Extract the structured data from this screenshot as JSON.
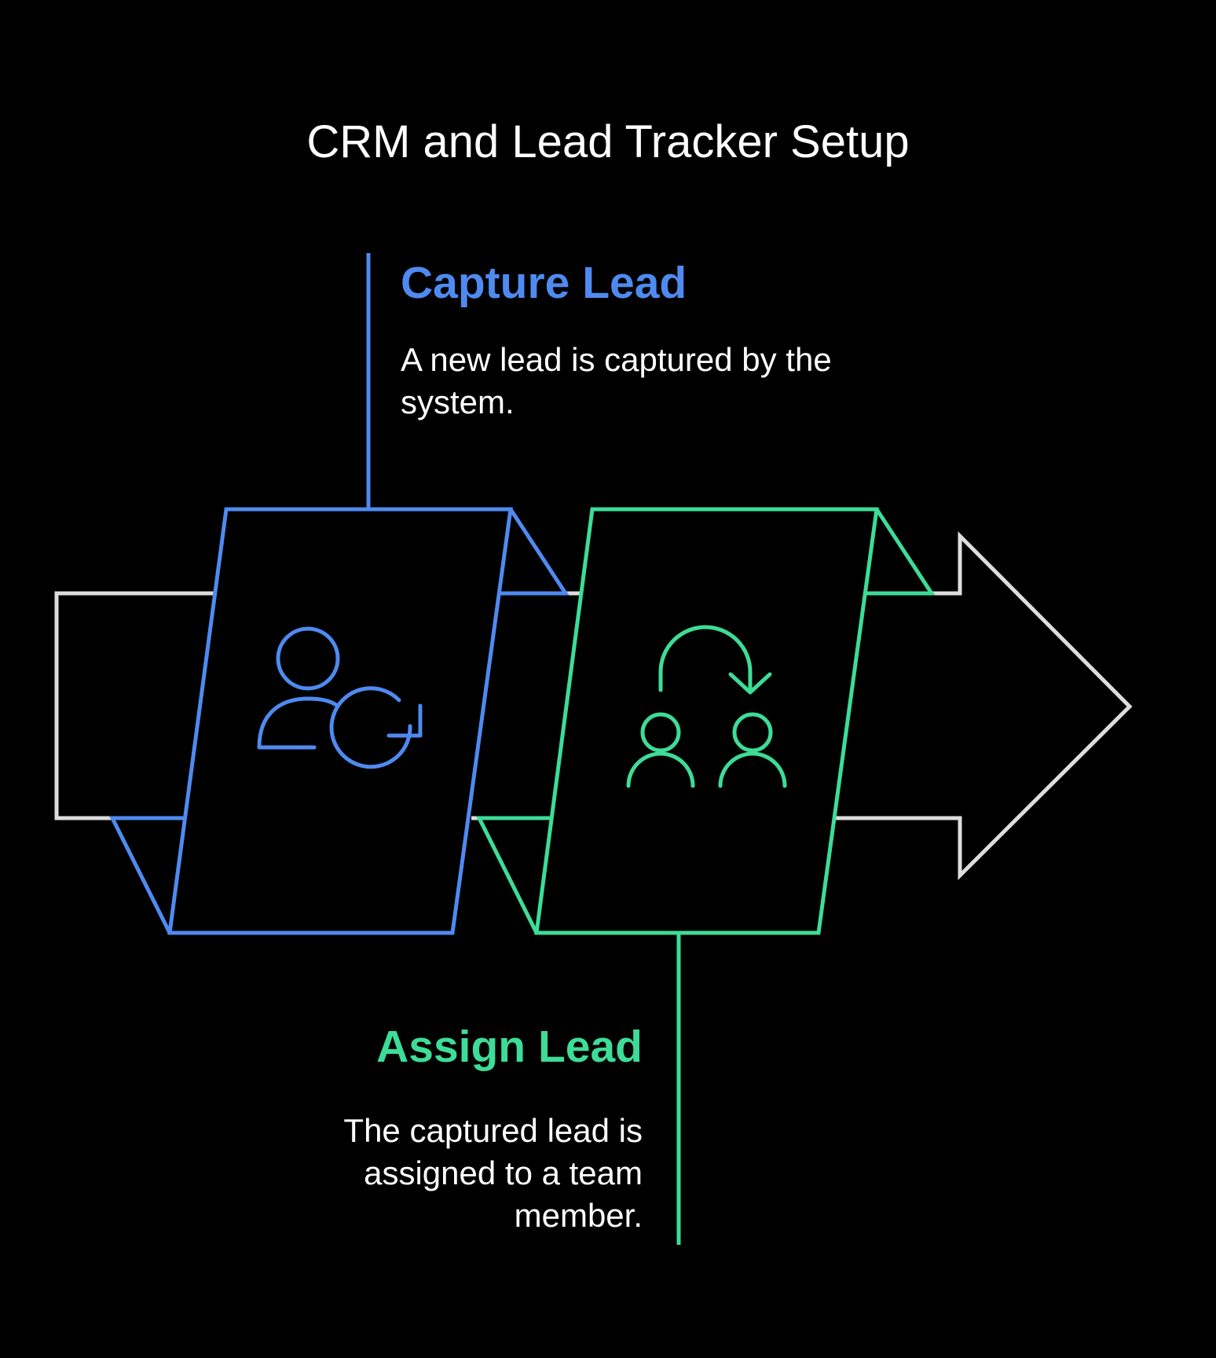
{
  "title": "CRM and Lead Tracker Setup",
  "steps": [
    {
      "heading": "Capture Lead",
      "description": "A new lead is captured by the system.",
      "icon": "user-refresh-icon",
      "color": "#4F8AF0"
    },
    {
      "heading": "Assign Lead",
      "description": "The captured lead is assigned to a team member.",
      "icon": "user-transfer-icon",
      "color": "#3DDC97"
    }
  ],
  "colors": {
    "background": "#000000",
    "arrow_outline": "#DDDDDD",
    "text": "#FFFFFF"
  }
}
